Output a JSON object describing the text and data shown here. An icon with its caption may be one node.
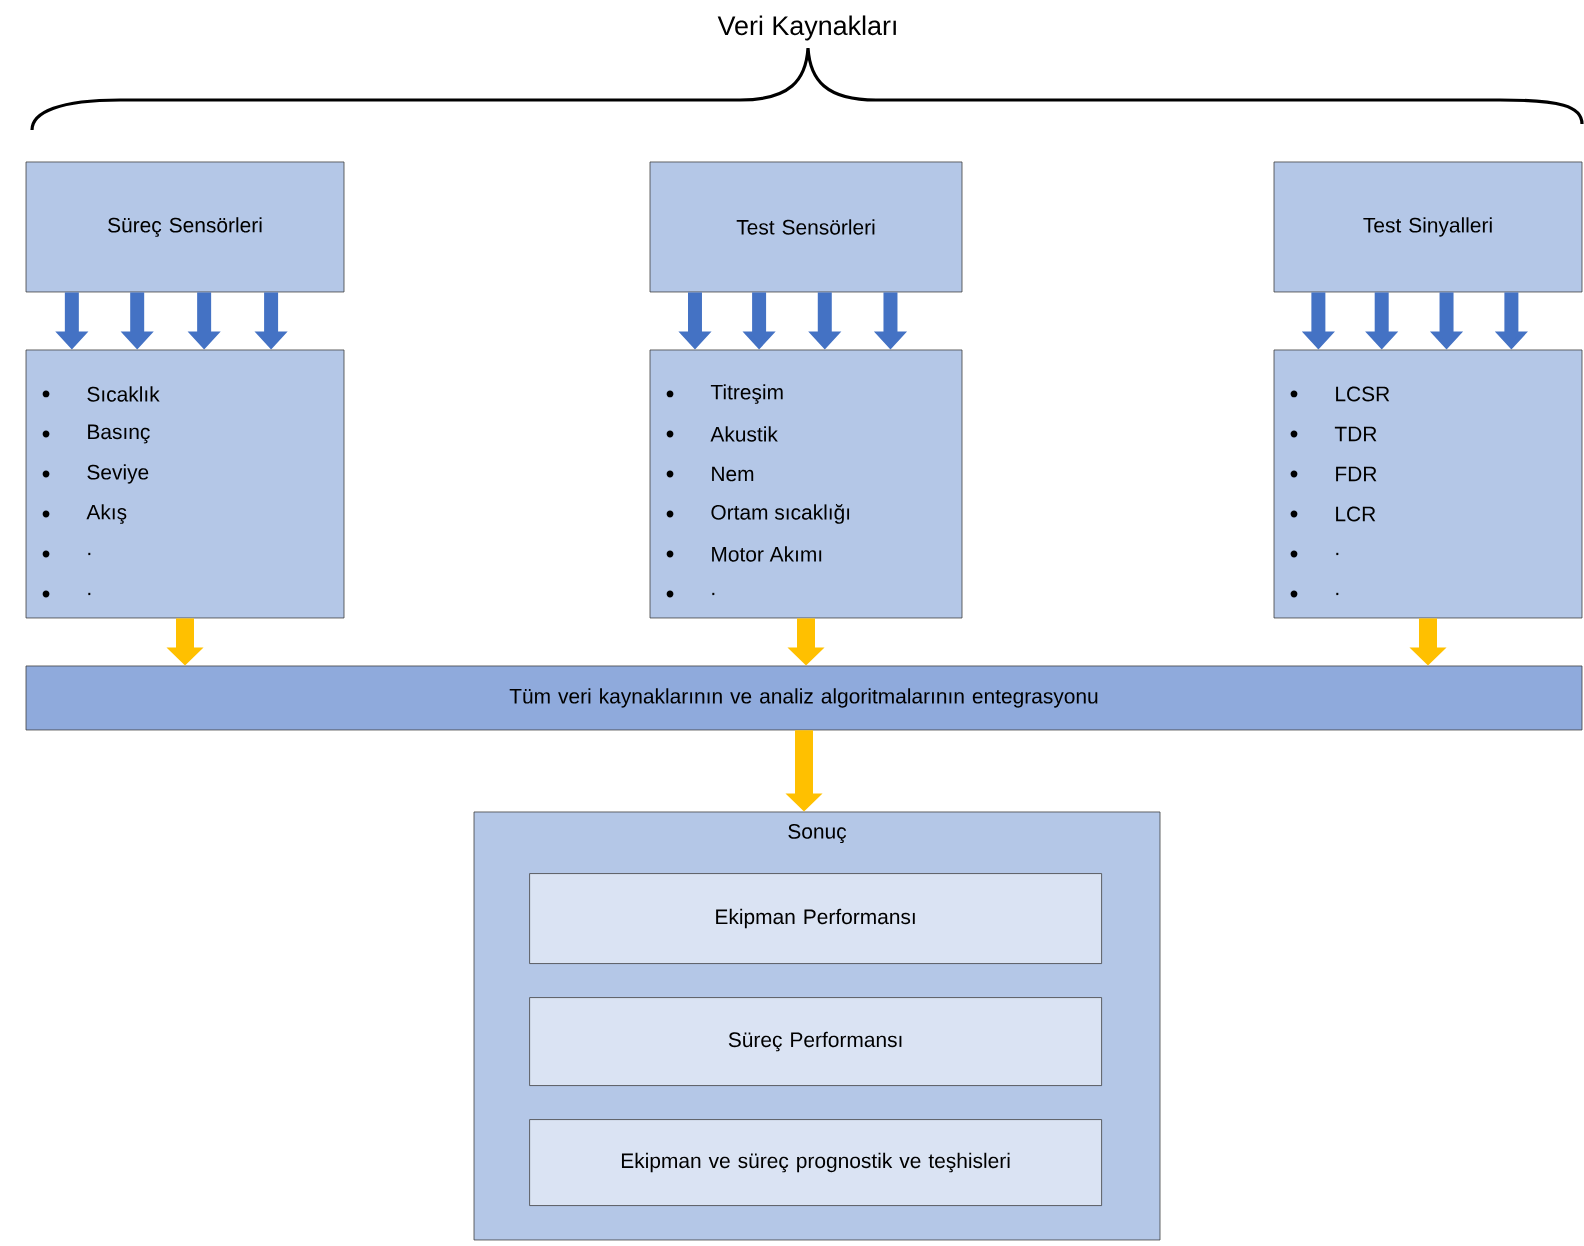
{
  "diagram": {
    "title": "Veri Kaynakları",
    "nodes": [
      {
        "text": [
          "Süreç Sensörleri"
        ]
      },
      {
        "text": [
          "Sıcaklık",
          "Basınç",
          "Seviye",
          "Akış",
          ".",
          "."
        ]
      },
      {
        "text": [
          "Test Sensörleri"
        ]
      },
      {
        "text": [
          "Titreşim",
          "Akustik",
          "Nem",
          "Ortam sıcaklığı",
          "Motor Akımı",
          "."
        ]
      },
      {
        "text": [
          "Test Sinyalleri"
        ]
      },
      {
        "text": [
          "LCSR",
          "TDR",
          "FDR",
          "LCR",
          ".",
          "."
        ]
      },
      {
        "text": [
          "Tüm veri kaynaklarının ve analiz algoritmalarının entegrasyonu"
        ]
      },
      {
        "text": [
          "Sonuç"
        ]
      },
      {
        "text": [
          "Ekipman Performansı"
        ],
        "in": 7
      },
      {
        "text": [
          "Süreç Performansı"
        ],
        "in": 7
      },
      {
        "text": [
          "Ekipman ve süreç prognostik ve teşhisleri"
        ],
        "in": 7
      }
    ],
    "edges": [
      {
        "from": 0,
        "to": 1,
        "arrow": "to",
        "color": "#4472c4"
      },
      {
        "from": 0,
        "to": 1,
        "arrow": "to",
        "color": "#4472c4"
      },
      {
        "from": 0,
        "to": 1,
        "arrow": "to",
        "color": "#4472c4"
      },
      {
        "from": 0,
        "to": 1,
        "arrow": "to",
        "color": "#4472c4"
      },
      {
        "from": 2,
        "to": 3,
        "arrow": "to",
        "color": "#4472c4"
      },
      {
        "from": 2,
        "to": 3,
        "arrow": "to",
        "color": "#4472c4"
      },
      {
        "from": 2,
        "to": 3,
        "arrow": "to",
        "color": "#4472c4"
      },
      {
        "from": 2,
        "to": 3,
        "arrow": "to",
        "color": "#4472c4"
      },
      {
        "from": 4,
        "to": 5,
        "arrow": "to",
        "color": "#4472c4"
      },
      {
        "from": 4,
        "to": 5,
        "arrow": "to",
        "color": "#4472c4"
      },
      {
        "from": 4,
        "to": 5,
        "arrow": "to",
        "color": "#4472c4"
      },
      {
        "from": 4,
        "to": 5,
        "arrow": "to",
        "color": "#4472c4"
      },
      {
        "from": 1,
        "to": 6,
        "arrow": "to",
        "color": "#ffc000"
      },
      {
        "from": 3,
        "to": 6,
        "arrow": "to",
        "color": "#ffc000"
      },
      {
        "from": 5,
        "to": 6,
        "arrow": "to",
        "color": "#ffc000"
      },
      {
        "from": 6,
        "to": 7,
        "arrow": "to",
        "color": "#ffc000"
      }
    ]
  }
}
